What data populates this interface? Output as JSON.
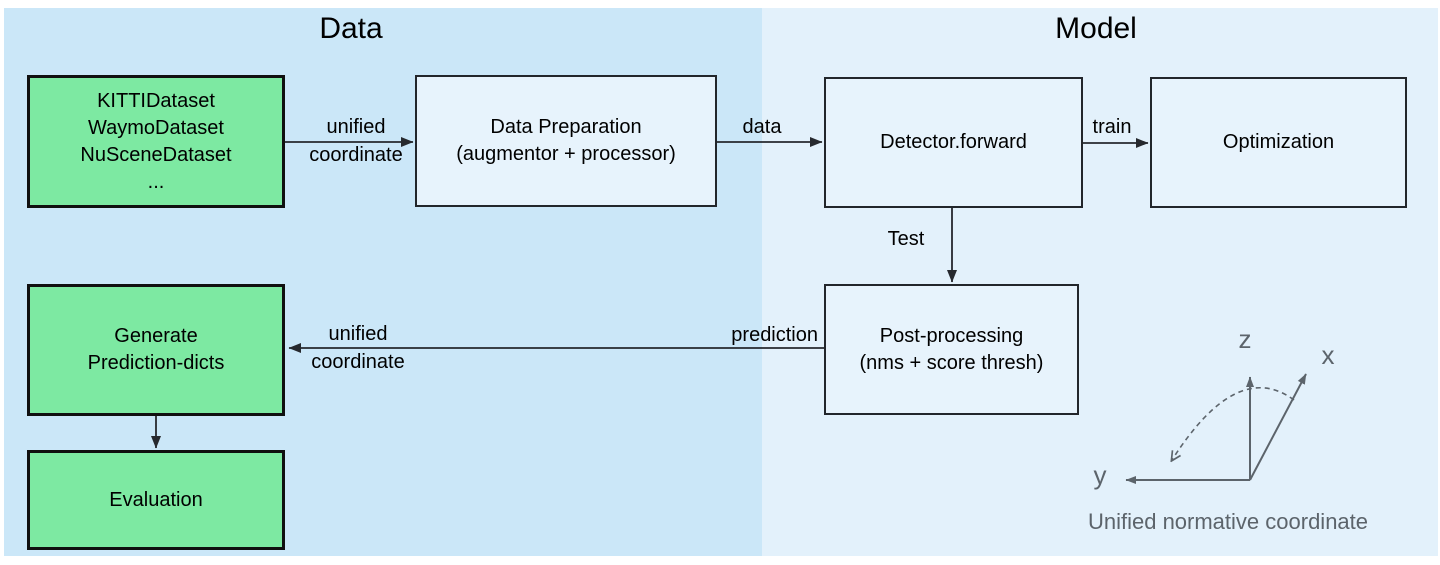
{
  "sections": {
    "data": {
      "title": "Data"
    },
    "model": {
      "title": "Model"
    }
  },
  "nodes": {
    "datasets": {
      "lines": [
        "KITTIDataset",
        "WaymoDataset",
        "NuSceneDataset",
        "..."
      ]
    },
    "data_preparation": {
      "lines": [
        "Data Preparation",
        "(augmentor + processor)"
      ]
    },
    "detector_forward": {
      "label": "Detector.forward"
    },
    "optimization": {
      "label": "Optimization"
    },
    "post_processing": {
      "lines": [
        "Post-processing",
        "(nms + score thresh)"
      ]
    },
    "generate_prediction_dicts": {
      "lines": [
        "Generate",
        "Prediction-dicts"
      ]
    },
    "evaluation": {
      "label": "Evaluation"
    }
  },
  "edges": {
    "datasets_to_preparation": {
      "lines": [
        "unified",
        "coordinate"
      ]
    },
    "preparation_to_detector": {
      "label": "data"
    },
    "detector_to_optimization": {
      "label": "train"
    },
    "detector_to_postprocessing": {
      "label": "Test"
    },
    "postprocessing_to_generate": {
      "source_label": "prediction",
      "target_lines": [
        "unified",
        "coordinate"
      ]
    }
  },
  "coordinate_diagram": {
    "axes": {
      "z": "z",
      "x": "x",
      "y": "y"
    },
    "caption": "Unified normative coordinate"
  },
  "colors": {
    "data_panel": "#cbe7f8",
    "model_panel": "#e3f1fb",
    "dataset_green": "#7de9a2",
    "light_box": "#e7f3fc",
    "prep_box": "#d3eafa",
    "axis_gray": "#5c646b",
    "line_dark": "#26292e"
  }
}
